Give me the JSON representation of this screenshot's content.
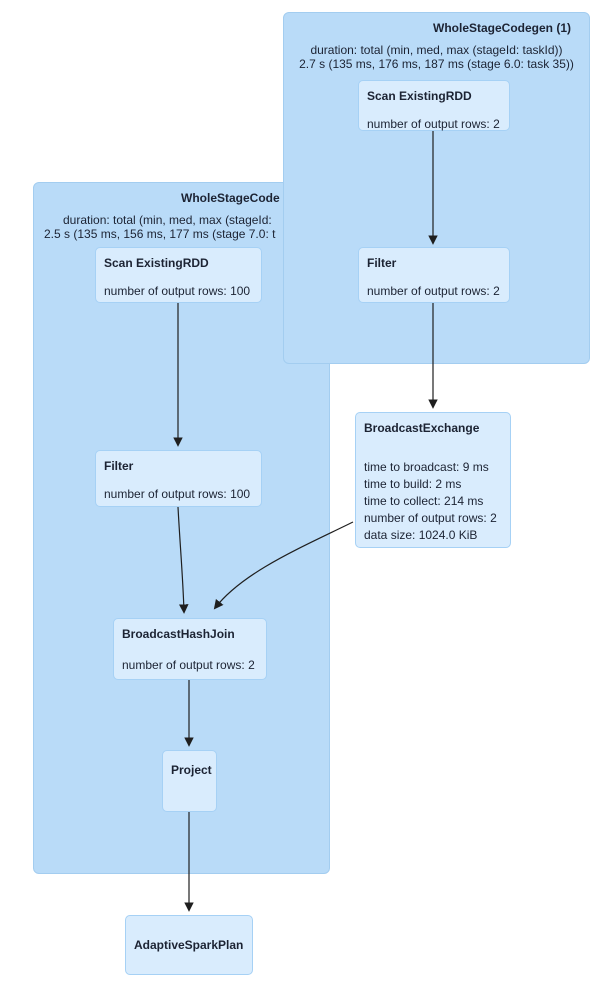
{
  "diagram": {
    "clusters": [
      {
        "id": "wholestagecodegen-1",
        "title": "WholeStageCodegen (1)",
        "duration_label": "duration: total (min, med, max (stageId: taskId))",
        "duration_value": "2.7 s (135 ms, 176 ms, 187 ms (stage 6.0: task 35))"
      },
      {
        "id": "wholestagecodegen-2",
        "title": "WholeStageCode",
        "duration_label": "duration: total (min, med, max (stageId:",
        "duration_value": "2.5 s (135 ms, 156 ms, 177 ms (stage 7.0: t"
      }
    ],
    "nodes": {
      "scan_existing_rdd_1": {
        "title": "Scan ExistingRDD",
        "metrics": [
          "number of output rows: 2"
        ]
      },
      "filter_1": {
        "title": "Filter",
        "metrics": [
          "number of output rows: 2"
        ]
      },
      "scan_existing_rdd_2": {
        "title": "Scan ExistingRDD",
        "metrics": [
          "number of output rows: 100"
        ]
      },
      "filter_2": {
        "title": "Filter",
        "metrics": [
          "number of output rows: 100"
        ]
      },
      "broadcast_exchange": {
        "title": "BroadcastExchange",
        "metrics": [
          "time to broadcast: 9 ms",
          "time to build: 2 ms",
          "time to collect: 214 ms",
          "number of output rows: 2",
          "data size: 1024.0 KiB"
        ]
      },
      "broadcast_hash_join": {
        "title": "BroadcastHashJoin",
        "metrics": [
          "number of output rows: 2"
        ]
      },
      "project": {
        "title": "Project",
        "metrics": []
      },
      "adaptive_spark_plan": {
        "title": "AdaptiveSparkPlan",
        "metrics": []
      }
    },
    "edges": [
      {
        "from": "scan_existing_rdd_1",
        "to": "filter_1"
      },
      {
        "from": "filter_1",
        "to": "broadcast_exchange"
      },
      {
        "from": "scan_existing_rdd_2",
        "to": "filter_2"
      },
      {
        "from": "filter_2",
        "to": "broadcast_hash_join"
      },
      {
        "from": "broadcast_exchange",
        "to": "broadcast_hash_join"
      },
      {
        "from": "broadcast_hash_join",
        "to": "project"
      },
      {
        "from": "project",
        "to": "adaptive_spark_plan"
      }
    ]
  },
  "colors": {
    "cluster_fill": "#b9dbf8",
    "cluster_border": "#a3cdf0",
    "node_fill": "#d9ecfd",
    "node_border": "#a6d1f5",
    "text": "#1c2333",
    "arrow": "#1f1f1f"
  }
}
